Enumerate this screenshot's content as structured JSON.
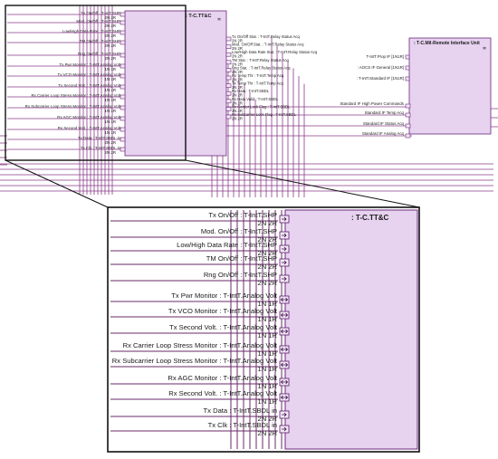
{
  "colors": {
    "block_fill": "#e7d2ef",
    "block_stroke": "#6a2a7a",
    "wire": "#8a3a8a",
    "zoom_frame": "#111111"
  },
  "ttc_block": {
    "title": ": T-C.TT&C",
    "left_ports": [
      {
        "label": "Tx On/Off : T-IntT.SHP",
        "mult": "2N 2R",
        "dir": "in"
      },
      {
        "label": "Mod. On/Off : T-IntT.SHP",
        "mult": "2N 2R",
        "dir": "in"
      },
      {
        "label": "Low/High Data Rate : T-IntT.SHP",
        "mult": "2N 2R",
        "dir": "in"
      },
      {
        "label": "TM On/Off : T-IntT.SHP",
        "mult": "2N 2R",
        "dir": "in"
      },
      {
        "label": "Rng On/Off : T-IntT.SHP",
        "mult": "2N 2R",
        "dir": "in"
      },
      {
        "label": "Tx Pwr Monitor : T-IntT.Analog Volt",
        "mult": "1N 1R",
        "dir": "bi"
      },
      {
        "label": "Tx VCO Monitor : T-IntT.Analog Volt",
        "mult": "1N 1R",
        "dir": "bi"
      },
      {
        "label": "Tx Second Volt. : T-IntT.Analog Volt",
        "mult": "1N 1R",
        "dir": "bi"
      },
      {
        "label": "Rx Carrier Loop Stress Monitor : T-IntT.Analog Volt",
        "mult": "1N 1R",
        "dir": "bi"
      },
      {
        "label": "Rx Subcarrier Loop Stress Monitor : T-IntT.Analog Volt",
        "mult": "1N 1R",
        "dir": "bi"
      },
      {
        "label": "Rx AGC Monitor : T-IntT.Analog Volt",
        "mult": "1N 1R",
        "dir": "bi"
      },
      {
        "label": "Rx Second Volt. : T-IntT.Analog Volt",
        "mult": "1N 1R",
        "dir": "bi"
      },
      {
        "label": "Tx Data : T-IntT.SBDL in",
        "mult": "2N 2R",
        "dir": "in"
      },
      {
        "label": "Tx Clk : T-IntT.SBDL in",
        "mult": "2N 2R",
        "dir": "in"
      }
    ],
    "right_ports": [
      {
        "label": "Tx On/Off Stat. : T-IntT.Relay Status Acq",
        "mult": "2N 2R"
      },
      {
        "label": "Mod. On/Off Stat. : T-IntT.Relay Status Acq",
        "mult": "2N 2R"
      },
      {
        "label": "Low/High Data Rate Stat. : T-IntT.Relay Status Acq",
        "mult": "2N 2R"
      },
      {
        "label": "TM Stat. : T-IntT.Relay Status Acq",
        "mult": "2N 2R"
      },
      {
        "label": "Rng Stat. : T-IntT.Relay Status Acq",
        "mult": "2N 2R"
      },
      {
        "label": "Rx Temp Thr : T-IntT.Temp Acq",
        "mult": "2N 2R"
      },
      {
        "label": "Tx Temp Thr : T-IntT.Temp Acq",
        "mult": "2N 2R"
      },
      {
        "label": "Rx Data : T-IntT.SBDL",
        "mult": "2N 2R"
      },
      {
        "label": "Rx Data Valid : T-IntT.SBDL",
        "mult": "2N 2R"
      },
      {
        "label": "Rx Carrier Lock Flag : T-IntT.SBDL",
        "mult": "2N 2R"
      },
      {
        "label": "Rx Subcarrier Lock Flag : T-IntT.SBDL",
        "mult": "2N 2R"
      }
    ]
  },
  "riu_block": {
    "title": ": T-C.Mil-Remote Interface Unit",
    "internal_labels": [
      "T-IntT.Prop IF [1N1R]",
      ": AOCS IF General [1N1R]",
      ": T-IntT.Standard IF [1N1R]"
    ],
    "left_ports": [
      "Standard IF High Power Commands",
      "Standard IF Temp Acq",
      "Standard IF Status Acq",
      "Standard IF Analog Acq"
    ]
  }
}
